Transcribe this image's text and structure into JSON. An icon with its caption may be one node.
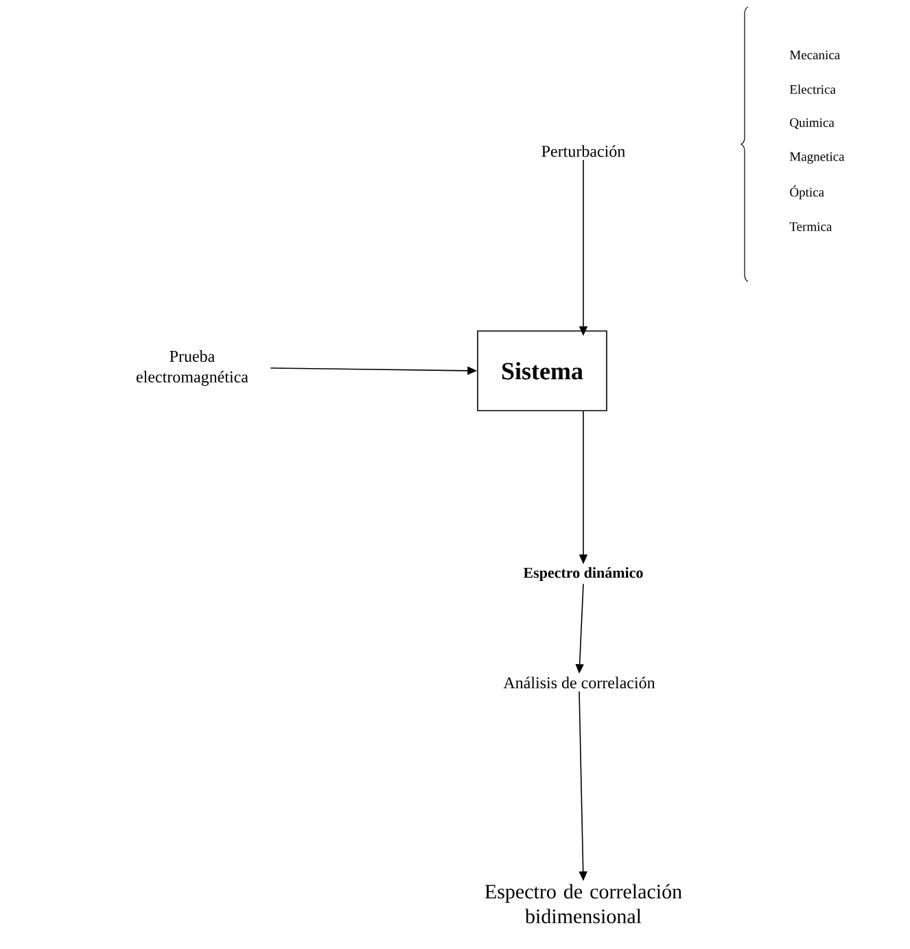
{
  "diagram": {
    "nodes": [
      {
        "text": [
          "Perturbación"
        ]
      },
      {
        "text": [
          "Prueba electromagnética"
        ]
      },
      {
        "text": [
          "Sistema"
        ]
      },
      {
        "text": [
          "Espectro dinámico"
        ]
      },
      {
        "text": [
          "Análisis de correlación"
        ]
      },
      {
        "text": [
          "Espectro de correlación bidimensional"
        ]
      }
    ],
    "edges": [
      {
        "from": 0,
        "to": 2,
        "arrow": "to"
      },
      {
        "from": 1,
        "to": 2,
        "arrow": "to"
      },
      {
        "from": 2,
        "to": 3,
        "arrow": "to"
      },
      {
        "from": 3,
        "to": 4,
        "arrow": "to"
      },
      {
        "from": 4,
        "to": 5,
        "arrow": "to"
      }
    ],
    "labels": [
      "Mecanica",
      "Electrica",
      "Quimica",
      "Magnetica",
      "Óptica",
      "Termica"
    ]
  }
}
